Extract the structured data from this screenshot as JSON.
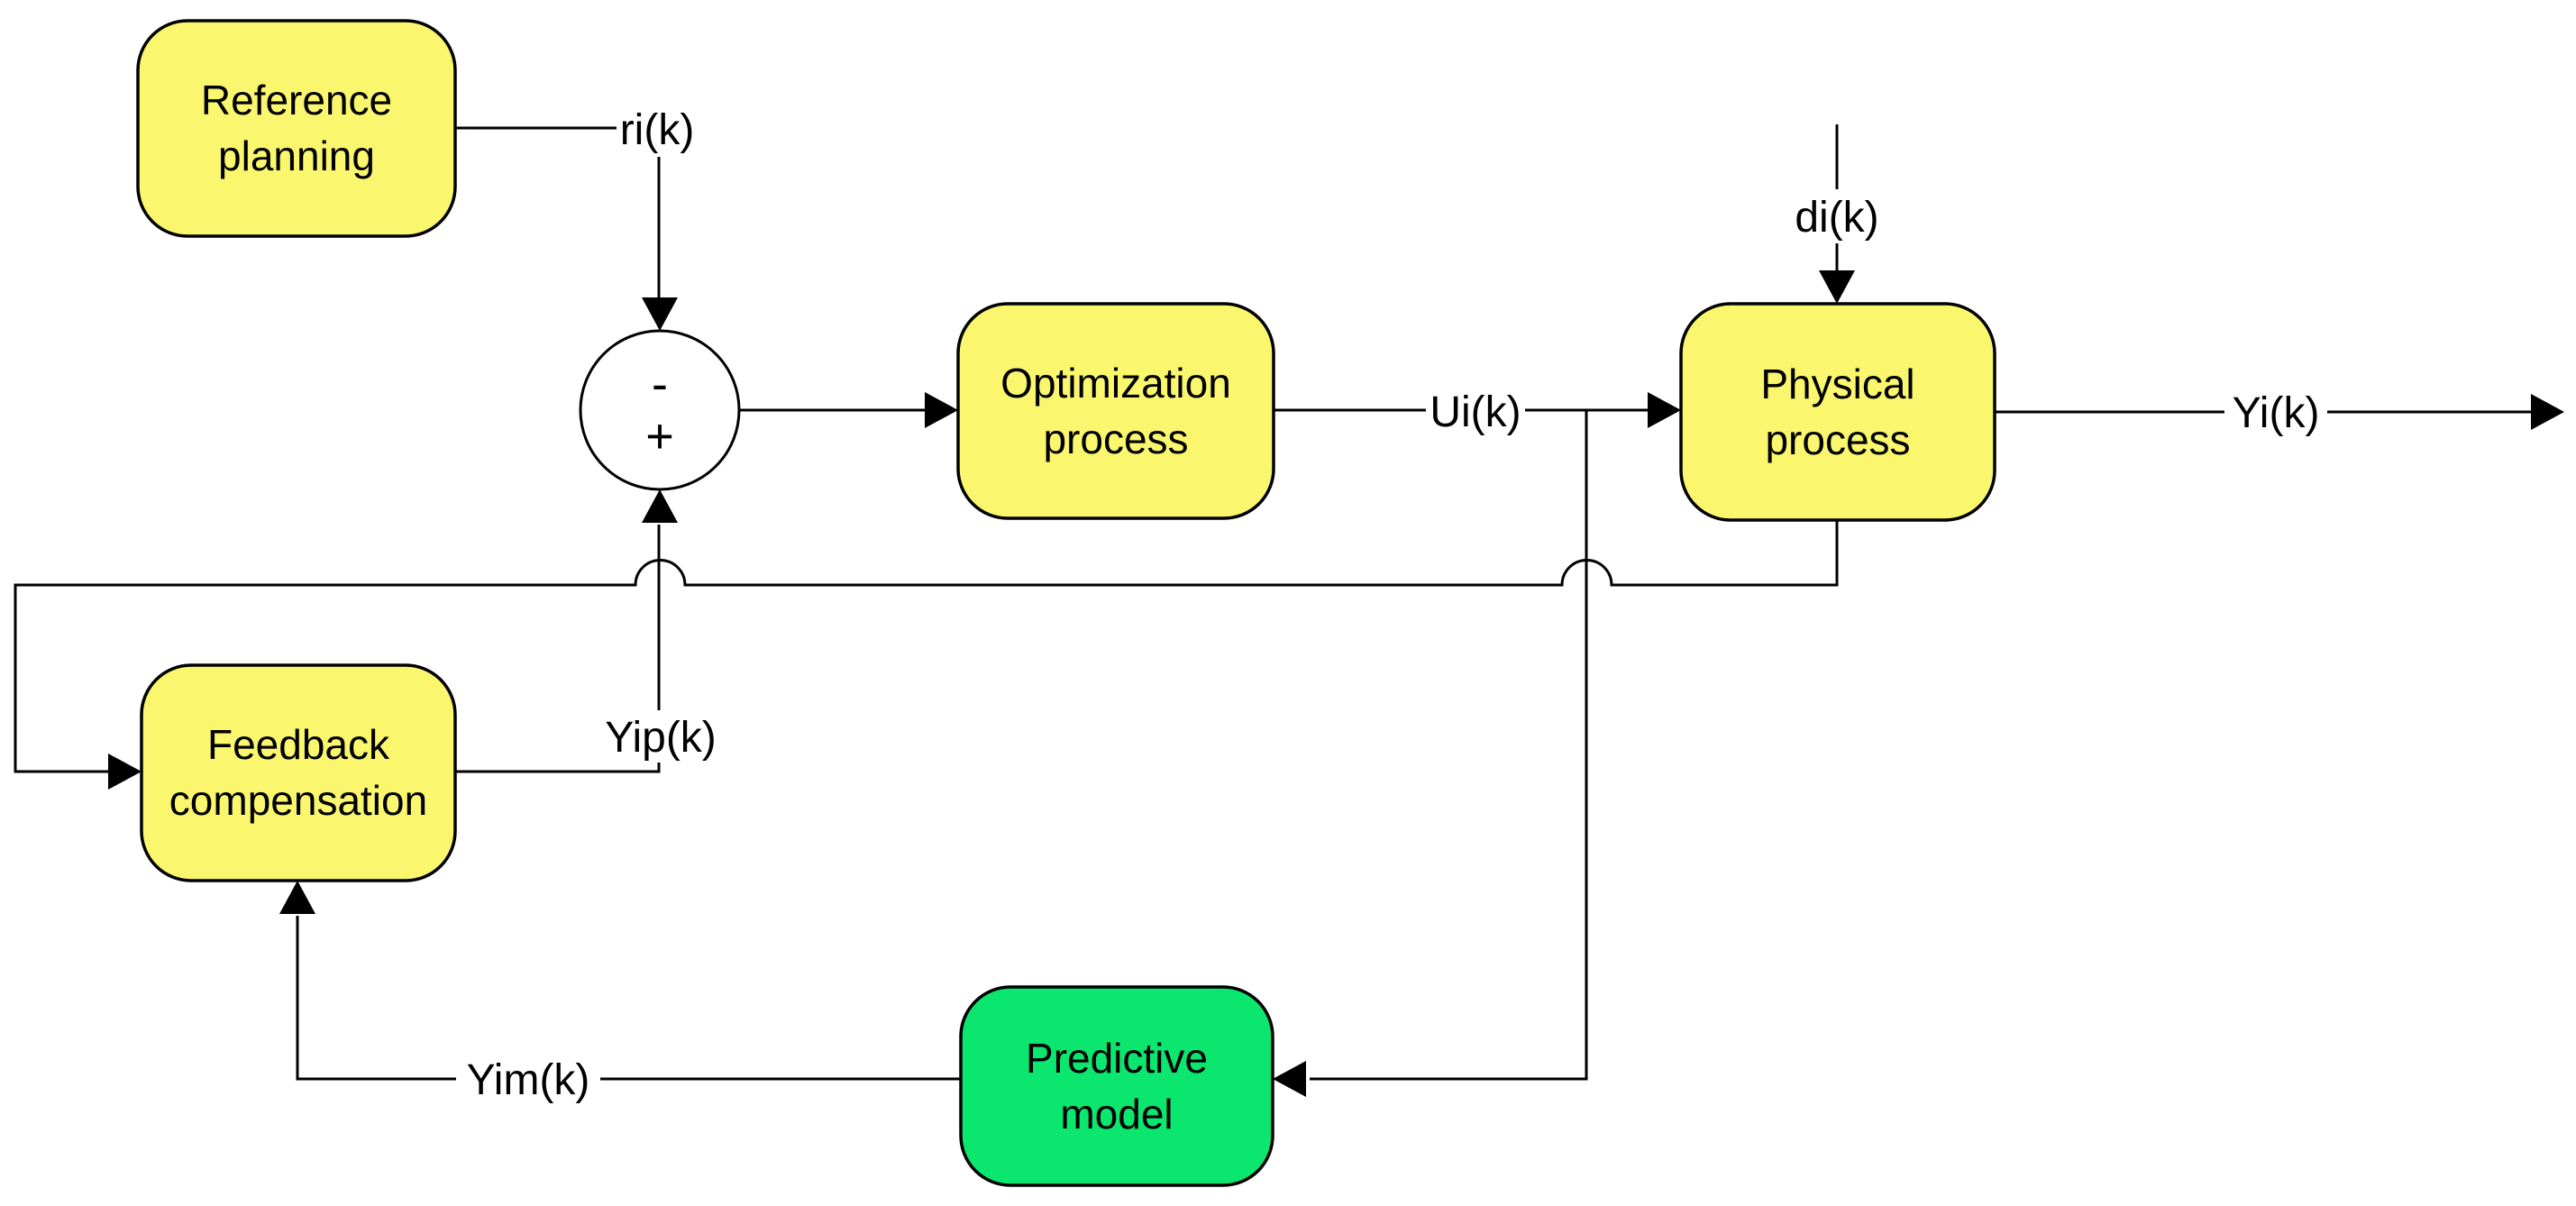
{
  "diagram": {
    "background": "#ffffff",
    "colors": {
      "node_fill_yellow": "#FAF76E",
      "node_fill_green": "#0AE66E",
      "line": "#000000",
      "text": "#000000"
    },
    "nodes": {
      "reference_planning": {
        "lines": [
          "Reference",
          "planning"
        ],
        "fill": "#FAF76E"
      },
      "optimization_process": {
        "lines": [
          "Optimization",
          "process"
        ],
        "fill": "#FAF76E"
      },
      "physical_process": {
        "lines": [
          "Physical",
          "process"
        ],
        "fill": "#FAF76E"
      },
      "feedback_compensation": {
        "lines": [
          "Feedback",
          "compensation"
        ],
        "fill": "#FAF76E"
      },
      "predictive_model": {
        "lines": [
          "Predictive",
          "model"
        ],
        "fill": "#0AE66E"
      }
    },
    "summing_junction": {
      "top_sign": "-",
      "bottom_sign": "+"
    },
    "signals": {
      "reference": "ri(k)",
      "control": "Ui(k)",
      "disturbance": "di(k)",
      "output": "Yi(k)",
      "predicted_output": "Yip(k)",
      "model_output": "Yim(k)"
    }
  }
}
